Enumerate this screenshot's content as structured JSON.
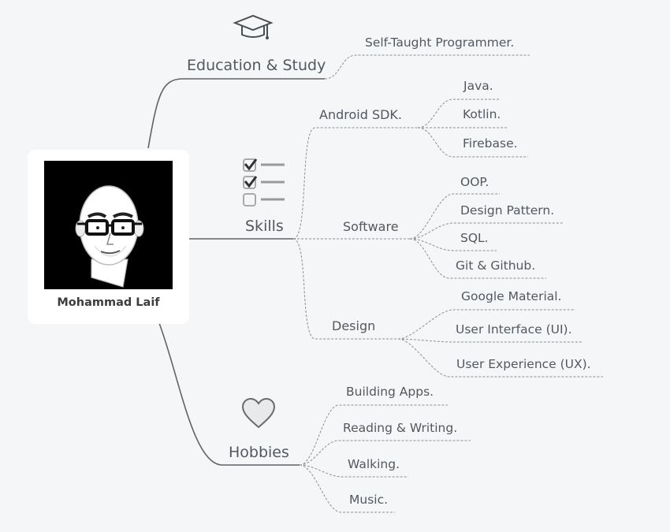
{
  "profile": {
    "name": "Mohammad Laif"
  },
  "branches": {
    "education": {
      "label": "Education & Study",
      "icon": "graduation-cap-icon",
      "items": [
        "Self-Taught Programmer."
      ]
    },
    "skills": {
      "label": "Skills",
      "icon": "checklist-icon",
      "groups": {
        "android": {
          "label": "Android SDK.",
          "items": [
            "Java.",
            "Kotlin.",
            "Firebase."
          ]
        },
        "software": {
          "label": "Software",
          "items": [
            "OOP.",
            "Design Pattern.",
            "SQL.",
            "Git & Github."
          ]
        },
        "design": {
          "label": "Design",
          "items": [
            "Google Material.",
            "User Interface (UI).",
            "User Experience (UX)."
          ]
        }
      }
    },
    "hobbies": {
      "label": "Hobbies",
      "icon": "heart-icon",
      "items": [
        "Building Apps.",
        "Reading & Writing.",
        "Walking.",
        "Music."
      ]
    }
  },
  "colors": {
    "line": "#5f6369",
    "dashed": "#8b9096",
    "background": "#f5f6f7",
    "card": "#ffffff"
  }
}
